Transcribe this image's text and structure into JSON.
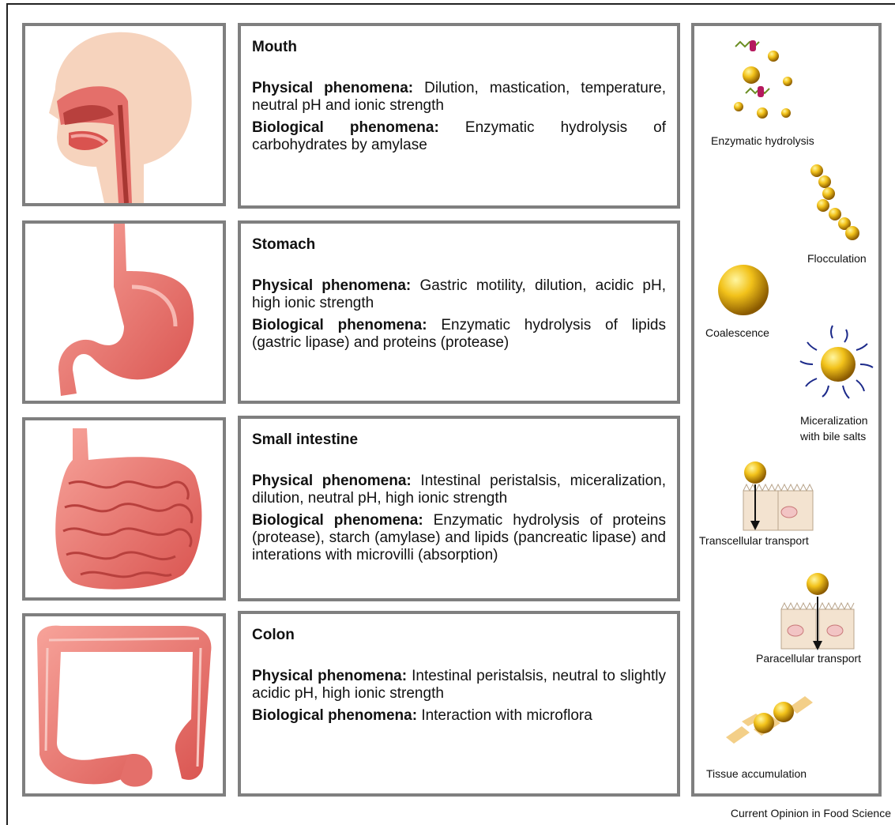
{
  "organs": [
    {
      "title": "Mouth",
      "physical_label": "Physical phenomena:",
      "physical_text": "Dilution, mastication, temperature, neutral pH and ionic strength",
      "biological_label": "Biological phenomena:",
      "biological_text": "Enzymatic hydrolysis of carbohydrates by amylase"
    },
    {
      "title": "Stomach",
      "physical_label": "Physical phenomena:",
      "physical_text": "Gastric motility, dilution, acidic pH, high ionic strength",
      "biological_label": "Biological phenomena:",
      "biological_text": "Enzymatic hydrolysis of lipids (gastric lipase) and proteins (protease)"
    },
    {
      "title": "Small intestine",
      "physical_label": "Physical phenomena:",
      "physical_text": "Intestinal peristalsis, miceralization, dilution, neutral pH, high ionic strength",
      "biological_label": "Biological phenomena:",
      "biological_text": "Enzymatic hydrolysis of proteins (protease), starch (amylase) and lipids (pancreatic lipase) and interations with microvilli (absorption)"
    },
    {
      "title": "Colon",
      "physical_label": "Physical phenomena:",
      "physical_text": "Intestinal peristalsis, neutral to slightly acidic pH, high ionic strength",
      "biological_label": "Biological phenomena:",
      "biological_text": "Interaction with microflora"
    }
  ],
  "mechanisms": {
    "enzymatic_hydrolysis": "Enzymatic hydrolysis",
    "flocculation": "Flocculation",
    "coalescence": "Coalescence",
    "miceralization_line1": "Miceralization",
    "miceralization_line2": "with bile salts",
    "transcellular": "Transcellular transport",
    "paracellular": "Paracellular transport",
    "tissue_accumulation": "Tissue accumulation"
  },
  "credit": "Current Opinion in Food Science",
  "colors": {
    "border": "#7f7f7f",
    "organ_pink": "#ea7b74",
    "skin": "#f6d3bd",
    "particle_gold": "#e0a800"
  }
}
